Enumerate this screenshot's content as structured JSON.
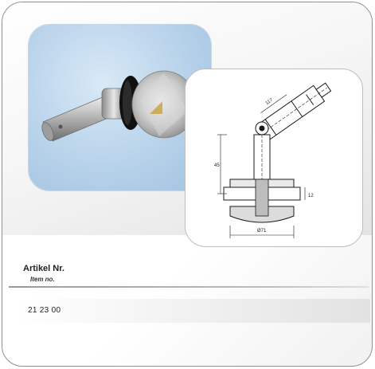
{
  "product": {
    "article_label": "Artikel Nr.",
    "item_label": "Item no.",
    "article_number": "21 23 00"
  },
  "colors": {
    "frame": "#8f8f8f",
    "photo_background": "#b7d2ea",
    "drawing_stroke": "#1a1a1a"
  }
}
